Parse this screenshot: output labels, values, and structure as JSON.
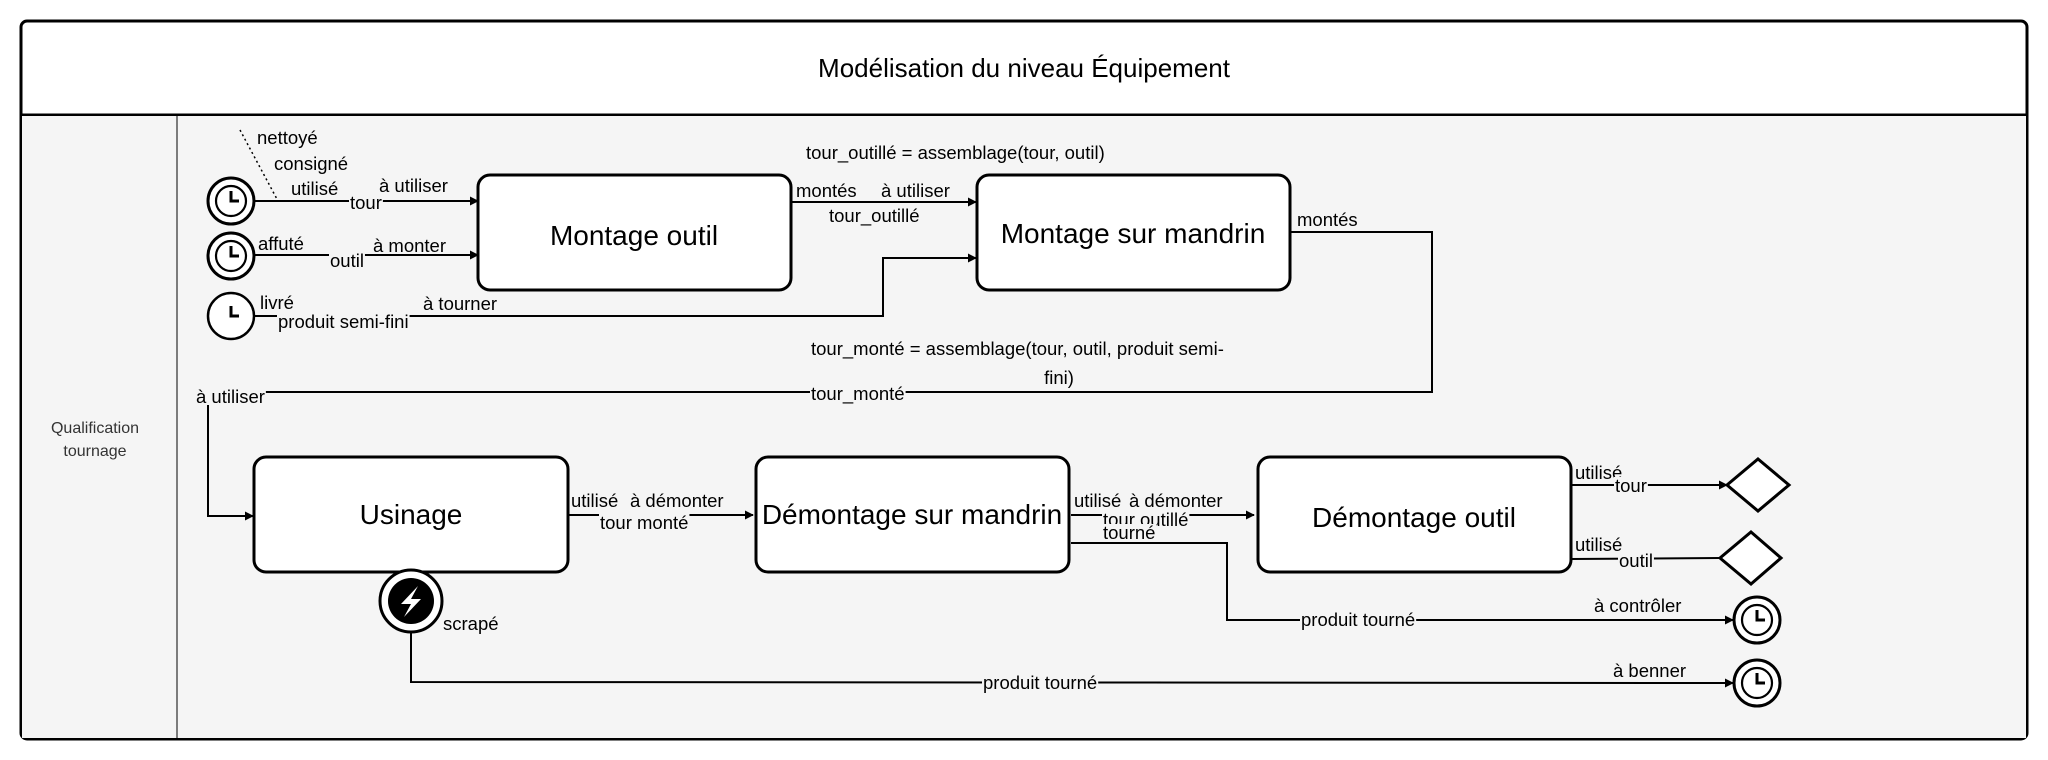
{
  "pool": {
    "title": "Modélisation du niveau Équipement"
  },
  "lane": {
    "title_line1": "Qualification",
    "title_line2": "tournage"
  },
  "tasks": {
    "montage_outil": "Montage outil",
    "montage_mandrin": "Montage sur mandrin",
    "usinage": "Usinage",
    "demontage_mandrin": "Démontage sur mandrin",
    "demontage_outil": "Démontage outil"
  },
  "annotations": {
    "tour_states": [
      "nettoyé",
      "consigné",
      "utilisé"
    ],
    "tour_outille_formula": "tour_outillé = assemblage(tour, outil)",
    "tour_monte_formula_line1": "tour_monté = assemblage(tour, outil, produit semi-",
    "tour_monte_formula_line2": "fini)"
  },
  "labels": {
    "tour_a_utiliser": "à utiliser",
    "tour_object": "tour",
    "outil_state": "affuté",
    "outil_object": "outil",
    "outil_a_monter": "à monter",
    "produit_state": "livré",
    "produit_object": "produit semi-fini",
    "produit_a_tourner": "à tourner",
    "montes_1": "montés",
    "a_utiliser_2": "à utiliser",
    "tour_outille": "tour_outillé",
    "montes_2": "montés",
    "tour_monte": "tour_monté",
    "a_utiliser_3": "à utiliser",
    "usinage_utilise": "utilisé",
    "usinage_a_demonter": "à démonter",
    "usinage_tour_monte": "tour monté",
    "dm_utilise": "utilisé",
    "dm_a_demonter": "à démonter",
    "dm_tour_outille": "tour outillé",
    "dm_tourne": "tourné",
    "produit_tourne_1": "produit tourné",
    "a_controler": "à contrôler",
    "do_utilise_1": "utilisé",
    "do_tour": "tour",
    "do_utilise_2": "utilisé",
    "do_outil": "outil",
    "scrape": "scrapé",
    "produit_tourne_2": "produit tourné",
    "a_benner": "à benner"
  },
  "icons": {
    "start_events": [
      "timer-icon",
      "timer-icon",
      "timer-icon"
    ],
    "end_events": [
      "timer-icon",
      "timer-icon"
    ],
    "boundary": "lightning-icon",
    "gateways": [
      "diamond-icon",
      "diamond-icon"
    ]
  },
  "colors": {
    "lane_bg": "#f5f5f5",
    "stroke": "#000000"
  }
}
